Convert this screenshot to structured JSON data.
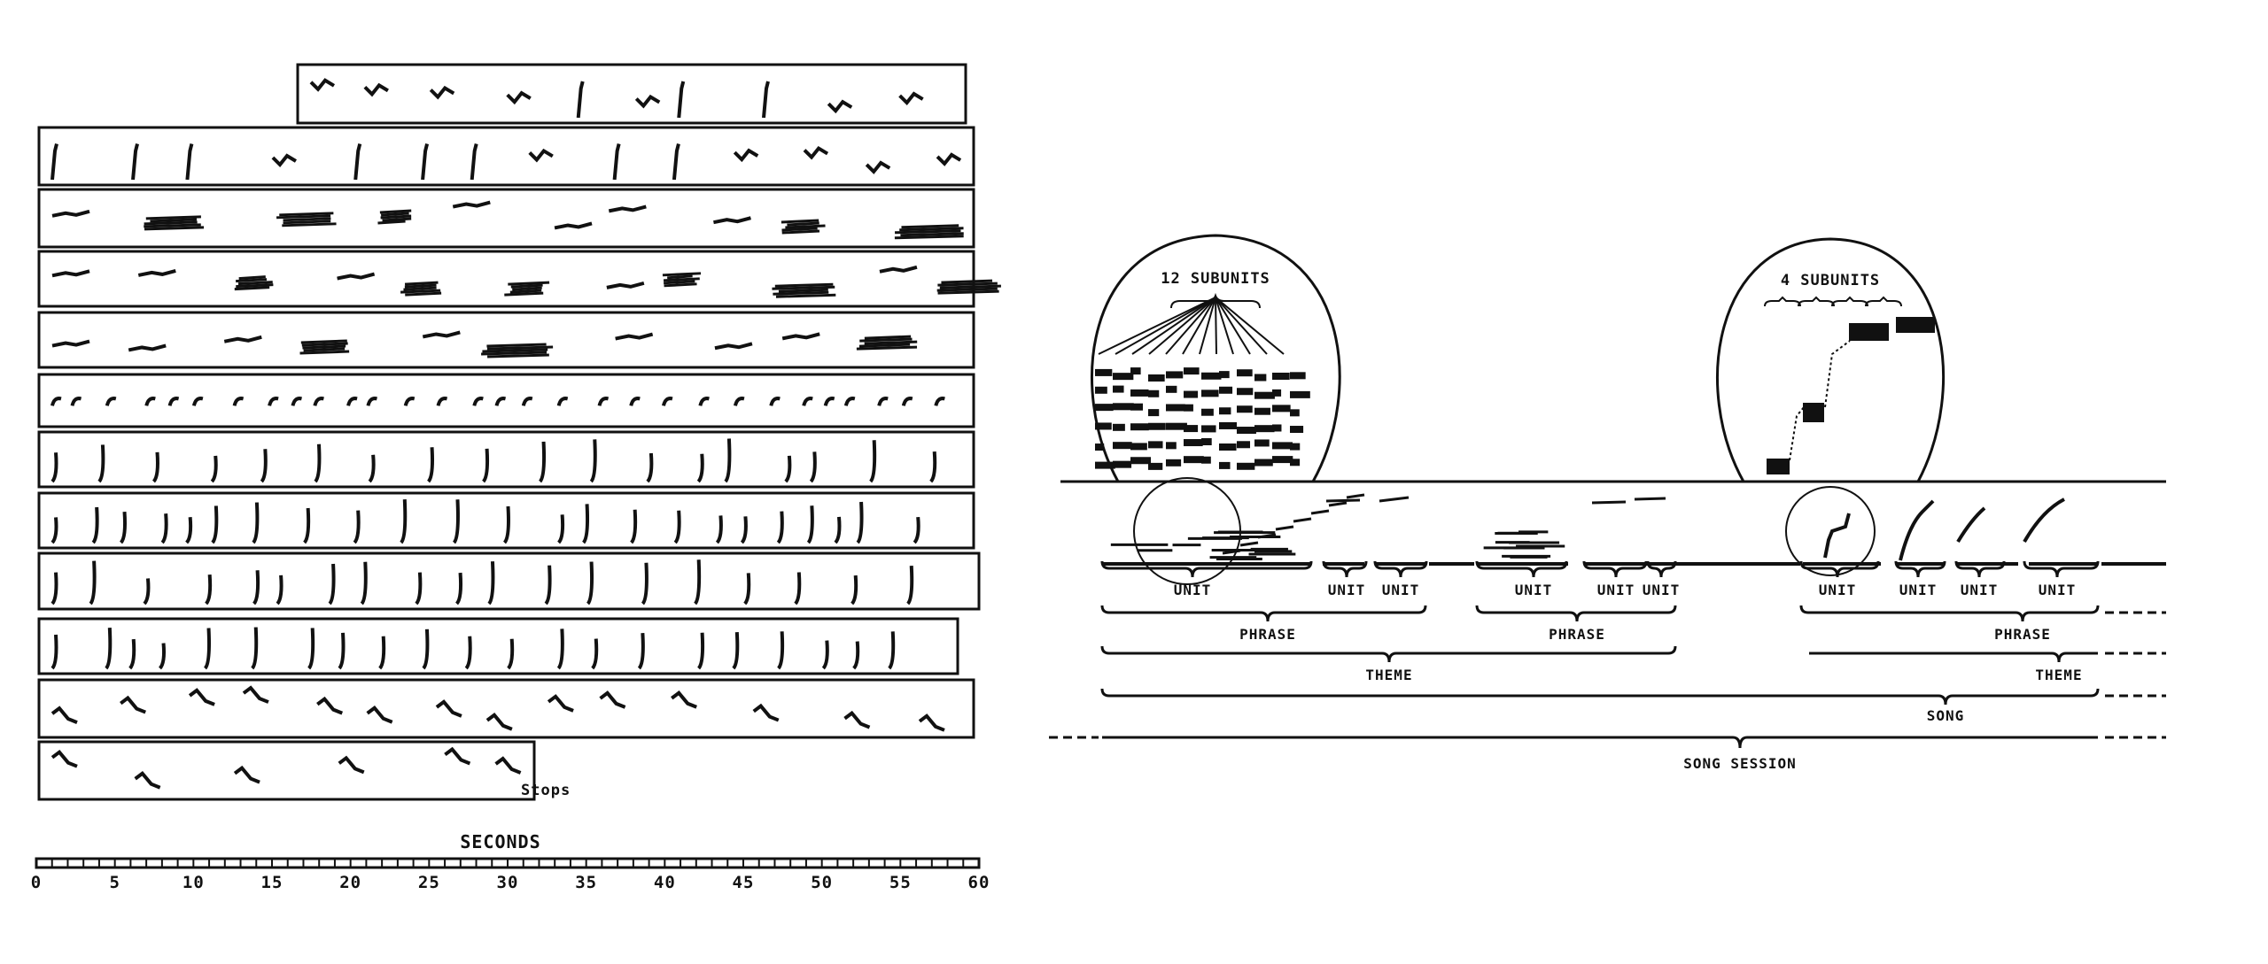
{
  "left_panel": {
    "row_count": 12,
    "stops_label": "Stops",
    "axis": {
      "title": "SECONDS",
      "ticks": [
        "0",
        "5",
        "10",
        "15",
        "20",
        "25",
        "30",
        "35",
        "40",
        "45",
        "50",
        "55",
        "60"
      ],
      "range": [
        0,
        60
      ]
    }
  },
  "right_panel": {
    "magnifier_left": {
      "label": "12 SUBUNITS",
      "subunit_count": 12
    },
    "magnifier_right": {
      "label": "4 SUBUNITS",
      "subunit_count": 4
    },
    "units": [
      "UNIT",
      "UNIT",
      "UNIT",
      "UNIT",
      "UNIT",
      "UNIT",
      "UNIT",
      "UNIT",
      "UNIT",
      "UNIT"
    ],
    "phrases": [
      "PHRASE",
      "PHRASE",
      "PHRASE"
    ],
    "themes": [
      "THEME",
      "THEME"
    ],
    "song": "SONG",
    "song_session": "SONG SESSION"
  },
  "colors": {
    "ink": "#111111",
    "background": "#ffffff"
  }
}
